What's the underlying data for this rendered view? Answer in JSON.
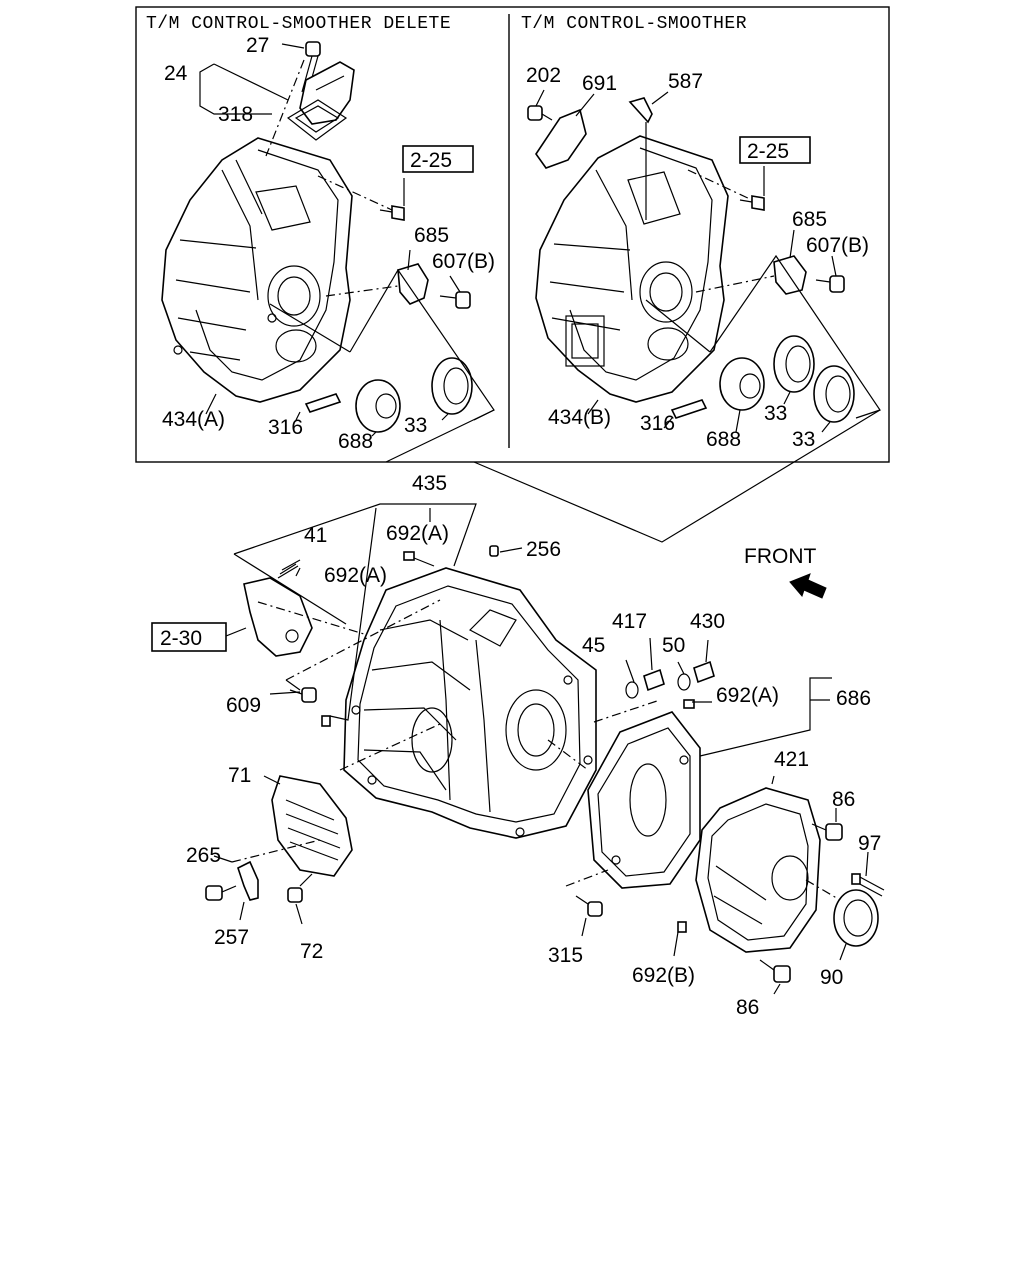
{
  "panels": {
    "left_title": "T/M CONTROL-SMOOTHER DELETE",
    "right_title": "T/M CONTROL-SMOOTHER"
  },
  "front_label": "FRONT",
  "refs": {
    "r225a": "2-25",
    "r225b": "2-25",
    "r230": "2-30"
  },
  "labels": {
    "l27": "27",
    "l24": "24",
    "l318": "318",
    "l685a": "685",
    "l607a": "607(B)",
    "l434a": "434(A)",
    "l316a": "316",
    "l688a": "688",
    "l33a": "33",
    "l202": "202",
    "l691": "691",
    "l587": "587",
    "l685b": "685",
    "l607b": "607(B)",
    "l434b": "434(B)",
    "l316b": "316",
    "l688b": "688",
    "l33b": "33",
    "l33c": "33",
    "l435": "435",
    "l692a1": "692(A)",
    "l256": "256",
    "l41": "41",
    "l692a2": "692(A)",
    "l609": "609",
    "l45": "45",
    "l417": "417",
    "l50": "50",
    "l430": "430",
    "l692a3": "692(A)",
    "l686": "686",
    "l71": "71",
    "l421": "421",
    "l86a": "86",
    "l97": "97",
    "l265": "265",
    "l257": "257",
    "l72": "72",
    "l315": "315",
    "l692b": "692(B)",
    "l90": "90",
    "l86b": "86"
  }
}
